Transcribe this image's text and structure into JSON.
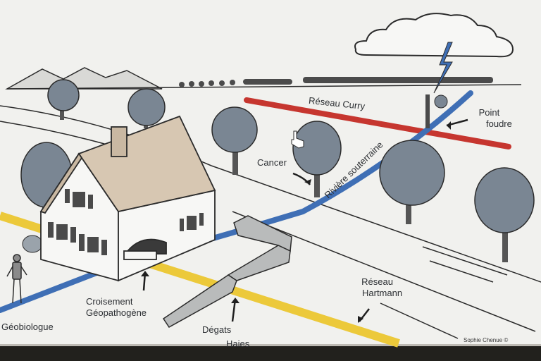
{
  "colors": {
    "paper": "#f1f1ee",
    "ink": "#2b2b2b",
    "reseau_curry": "#c6362f",
    "riviere_souterraine": "#3f6fb5",
    "reseau_hartmann": "#ecc93a",
    "tree_fill": "#7a8693",
    "hedge_fill": "#b9bbbb",
    "roof_fill": "#d7c7b2"
  },
  "icons": [
    "storm-cloud-icon",
    "lightning-icon",
    "hand-cursor-icon"
  ],
  "labels": {
    "reseau_curry": "Réseau Curry",
    "point_foudre_line1": "Point",
    "point_foudre_line2": "foudre",
    "cancer": "Cancer",
    "riviere_souterraine": "Rivière souterraine",
    "reseau_hartmann_line1": "Réseau",
    "reseau_hartmann_line2": "Hartmann",
    "croisement_line1": "Croisement",
    "croisement_line2": "Géopathogène",
    "geobiologue": "Géobiologue",
    "degats_line1": "Dégats",
    "degats_line2": "Haies",
    "credit": "Sophie Chenue ©"
  }
}
